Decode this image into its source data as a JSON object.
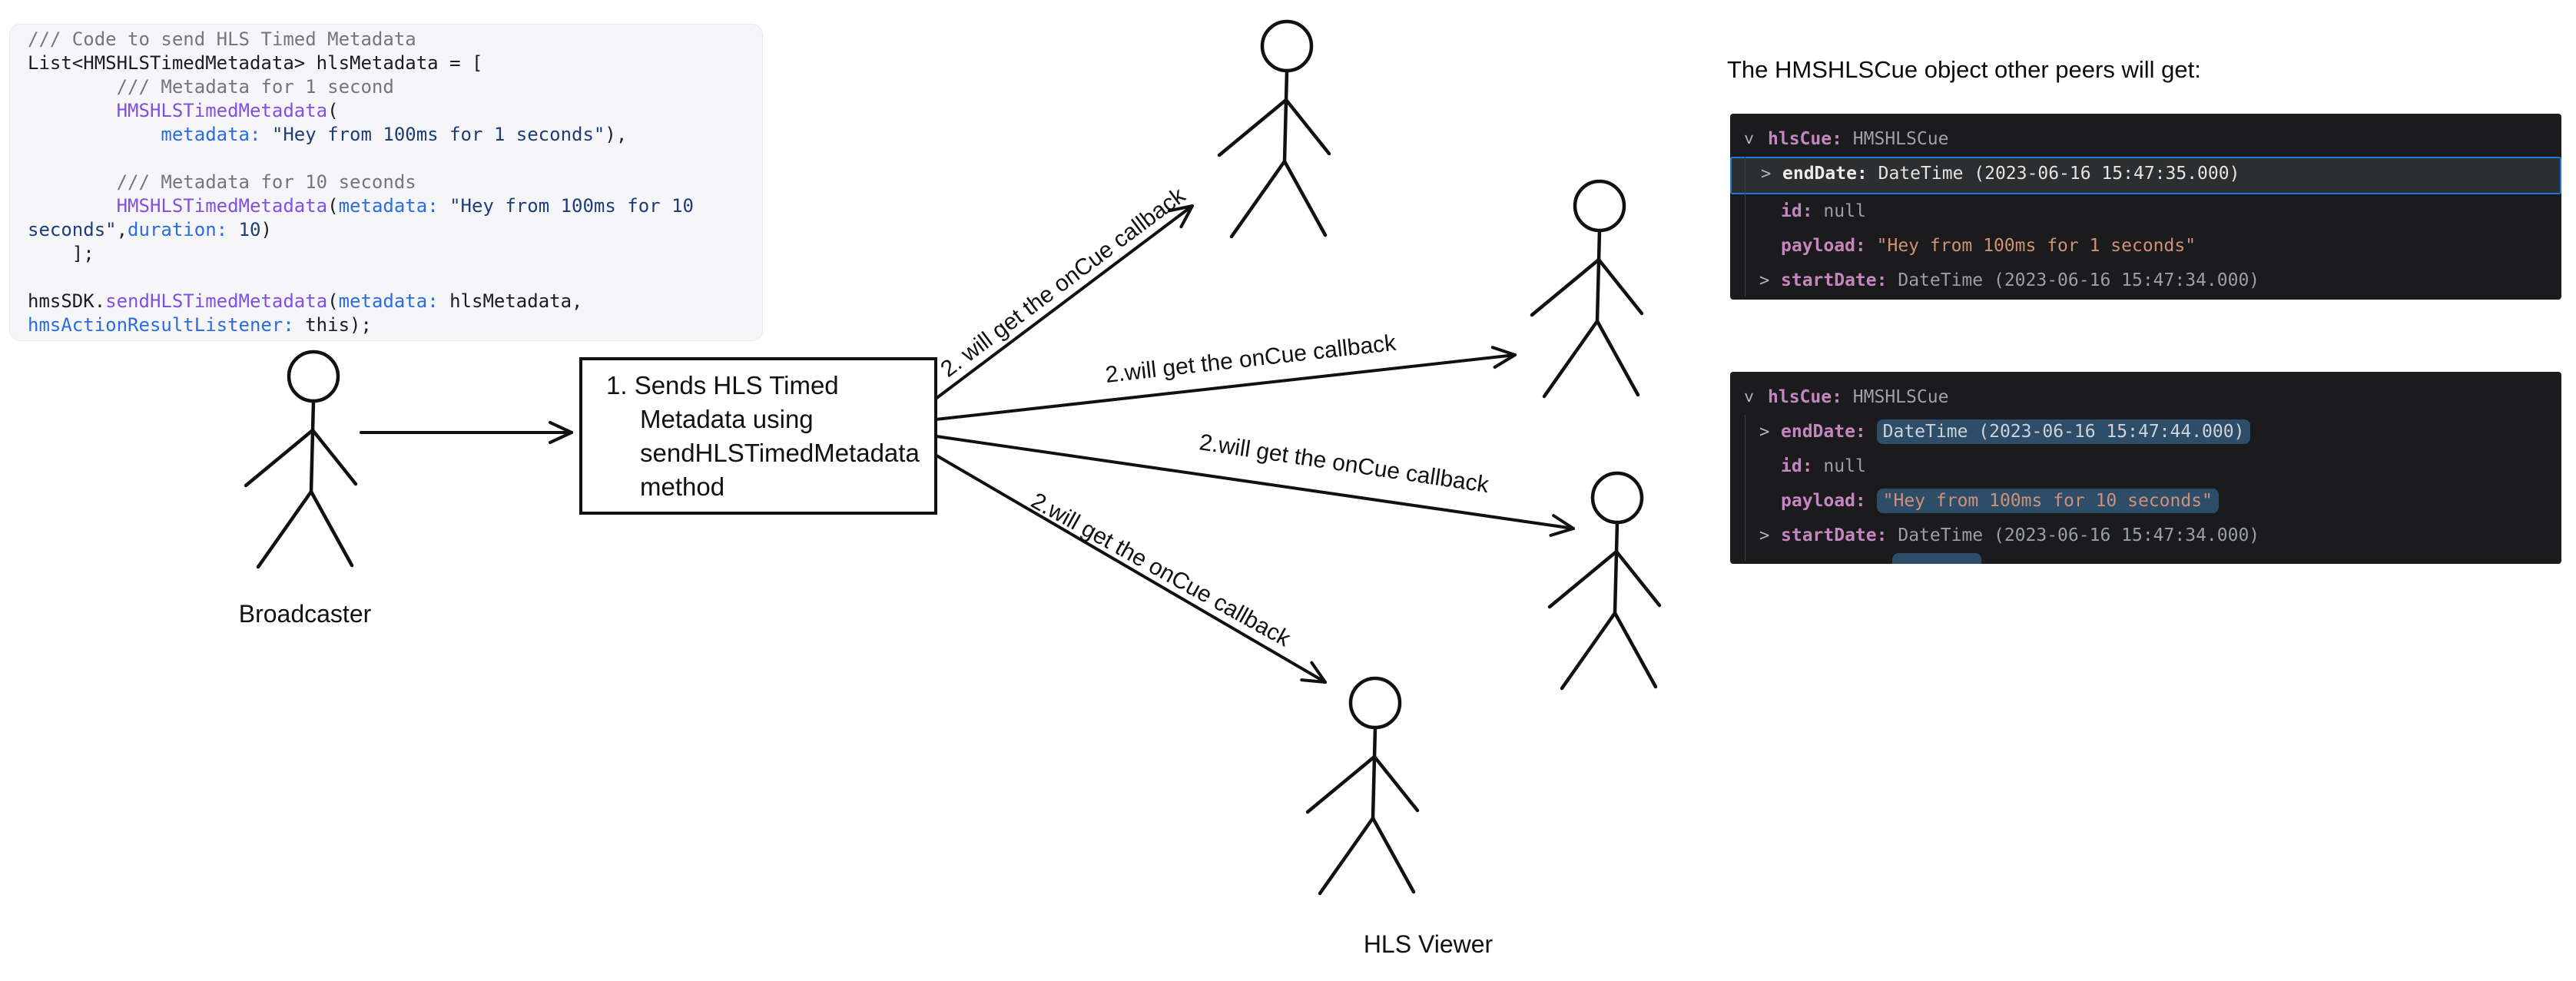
{
  "code": {
    "lines": [
      {
        "segs": [
          [
            "c",
            "/// Code to send HLS Timed Metadata"
          ]
        ]
      },
      {
        "segs": [
          [
            "p",
            "List<HMSHLSTimedMetadata> hlsMetadata = ["
          ]
        ]
      },
      {
        "segs": [
          [
            "c",
            "        /// Metadata for 1 second"
          ]
        ]
      },
      {
        "segs": [
          [
            "p",
            "        "
          ],
          [
            "t",
            "HMSHLSTimedMetadata"
          ],
          [
            "p",
            "("
          ]
        ]
      },
      {
        "segs": [
          [
            "p",
            "            "
          ],
          [
            "a",
            "metadata:"
          ],
          [
            "p",
            " "
          ],
          [
            "s",
            "\"Hey from 100ms for 1 seconds\""
          ],
          [
            "p",
            "),"
          ]
        ]
      },
      {
        "segs": []
      },
      {
        "segs": [
          [
            "c",
            "        /// Metadata for 10 seconds"
          ]
        ]
      },
      {
        "segs": [
          [
            "p",
            "        "
          ],
          [
            "t",
            "HMSHLSTimedMetadata"
          ],
          [
            "p",
            "("
          ],
          [
            "a",
            "metadata:"
          ],
          [
            "p",
            " "
          ],
          [
            "s",
            "\"Hey from 100ms for 10"
          ]
        ]
      },
      {
        "segs": [
          [
            "s",
            "seconds\""
          ],
          [
            "p",
            ","
          ],
          [
            "a",
            "duration:"
          ],
          [
            "p",
            " "
          ],
          [
            "n",
            "10"
          ],
          [
            "p",
            ")"
          ]
        ]
      },
      {
        "segs": [
          [
            "p",
            "    ];"
          ]
        ]
      },
      {
        "segs": []
      },
      {
        "segs": [
          [
            "p",
            "hmsSDK."
          ],
          [
            "t",
            "sendHLSTimedMetadata"
          ],
          [
            "p",
            "("
          ],
          [
            "a",
            "metadata:"
          ],
          [
            "p",
            " "
          ],
          [
            "p",
            "hlsMetadata,"
          ]
        ]
      },
      {
        "segs": [
          [
            "a",
            "hmsActionResultListener:"
          ],
          [
            "p",
            " "
          ],
          [
            "p",
            "this);"
          ]
        ]
      }
    ]
  },
  "diagram": {
    "box_lines": [
      "1. Sends HLS Timed",
      "Metadata using",
      "sendHLSTimedMetadata",
      "method"
    ],
    "arrow_labels": [
      "2. will get the onCue callback",
      "2.will get the onCue callback",
      "2.will get the onCue callback",
      "2.will get the onCue callback"
    ],
    "broadcaster_label": "Broadcaster",
    "viewer_label": "HLS Viewer"
  },
  "right": {
    "heading": "The HMSHLSCue object other peers will get:",
    "panels": [
      {
        "header_key": "hlsCue:",
        "header_type": "HMSHLSCue",
        "rows": [
          {
            "chevron": true,
            "key": "endDate:",
            "value": "DateTime (2023-06-16 15:47:35.000)",
            "vstyle": "white",
            "selected": true
          },
          {
            "chevron": false,
            "key": "id:",
            "value": "null",
            "vstyle": "muted"
          },
          {
            "chevron": false,
            "key": "payload:",
            "value": "\"Hey from 100ms for 1 seconds\"",
            "vstyle": "string"
          },
          {
            "chevron": true,
            "key": "startDate:",
            "value": "DateTime (2023-06-16 15:47:34.000)",
            "vstyle": "muted"
          }
        ]
      },
      {
        "header_key": "hlsCue:",
        "header_type": "HMSHLSCue",
        "rows": [
          {
            "chevron": true,
            "key": "endDate:",
            "value": "DateTime (2023-06-16 15:47:44.000)",
            "vstyle": "lite",
            "highlight": true
          },
          {
            "chevron": false,
            "key": "id:",
            "value": "null",
            "vstyle": "muted"
          },
          {
            "chevron": false,
            "key": "payload:",
            "value": "\"Hey from 100ms for 10 seconds\"",
            "vstyle": "string",
            "highlight": true
          },
          {
            "chevron": true,
            "key": "startDate:",
            "value": "DateTime (2023-06-16 15:47:34.000)",
            "vstyle": "muted"
          }
        ],
        "partial_highlight": true
      }
    ]
  },
  "colors": {
    "panel_bg": "#1b1b1d",
    "key_pink": "#c586c0",
    "string_salmon": "#ce9178",
    "muted_gray": "#9a9ea5",
    "selection_border": "#2077d4",
    "highlight_pill": "#2e4d68",
    "code_type_purple": "#8250df",
    "code_param_blue": "#2b6cde",
    "code_string_navy": "#1d3d78",
    "code_comment_gray": "#74767c",
    "code_bg": "#f6f6f8",
    "ink": "#101113"
  }
}
